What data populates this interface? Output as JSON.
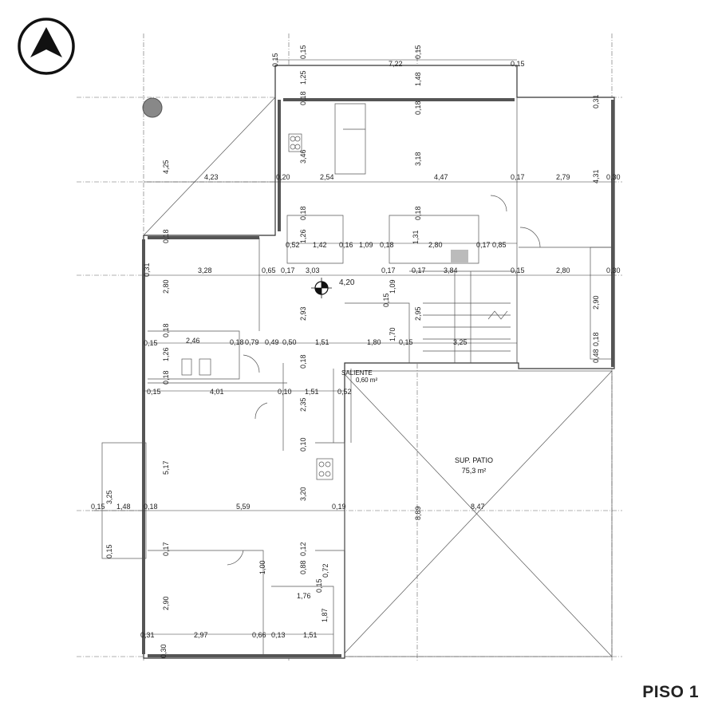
{
  "floor_label": "PISO 1",
  "patio": {
    "title": "SUP. PATIO",
    "area": "75,3 m²"
  },
  "saliente": {
    "title": "SALIENTE",
    "area": "0,60 m²"
  },
  "icons": {
    "north": "north-arrow-icon",
    "reference": "level-marker-icon"
  },
  "dims": {
    "d01": "0,15",
    "d02": "0,15",
    "d03": "7,22",
    "d04": "0,15",
    "d05": "0,15",
    "d06": "1,25",
    "d07": "1,48",
    "d08": "0,18",
    "d09": "0,18",
    "d10": "0,31",
    "d11": "4,25",
    "d12": "4,23",
    "d13": "0,20",
    "d14": "2,54",
    "d15": "3,46",
    "d16": "3,18",
    "d17": "4,47",
    "d18": "0,17",
    "d19": "2,79",
    "d20": "4,31",
    "d21": "0,30",
    "d22": "0,18",
    "d23": "0,18",
    "d24": "0,18",
    "d25": "1,26",
    "d26": "0,52",
    "d27": "1,42",
    "d28": "0,16",
    "d29": "1,09",
    "d30": "0,18",
    "d31": "1,31",
    "d32": "2,80",
    "d33": "0,17",
    "d34": "0,85",
    "d35": "0,31",
    "d36": "3,28",
    "d37": "0,65",
    "d38": "0,17",
    "d39": "3,03",
    "d40": "0,17",
    "d41": "0,17",
    "d42": "3,84",
    "d43": "0,15",
    "d44": "2,80",
    "d45": "0,30",
    "d46": "2,80",
    "d47": "4,20",
    "d48": "1,09",
    "d49": "2,93",
    "d50": "0,15",
    "d51": "2,95",
    "d52": "2,90",
    "d53": "0,18",
    "d54": "0,15",
    "d55": "2,46",
    "d56": "0,18",
    "d57": "0,79",
    "d58": "0,49",
    "d59": "0,50",
    "d60": "1,51",
    "d61": "1,80",
    "d62": "1,70",
    "d63": "0,15",
    "d64": "3,25",
    "d65": "0,48",
    "d66": "0,18",
    "d67": "1,26",
    "d68": "0,18",
    "d69": "0,18",
    "d70": "4,01",
    "d71": "0,10",
    "d72": "1,51",
    "d73": "0,52",
    "d74": "2,35",
    "d75": "0,15",
    "d76": "0,10",
    "d77": "5,17",
    "d78": "3,25",
    "d79": "0,15",
    "d80": "1,48",
    "d81": "0,18",
    "d82": "5,59",
    "d83": "3,20",
    "d84": "0,19",
    "d85": "8,89",
    "d86": "8,47",
    "d87": "0,15",
    "d88": "0,17",
    "d89": "0,12",
    "d90": "1,00",
    "d91": "0,88",
    "d92": "0,72",
    "d93": "0,15",
    "d94": "1,76",
    "d95": "2,90",
    "d96": "1,87",
    "d97": "0,31",
    "d98": "2,97",
    "d99": "0,66",
    "d100": "0,13",
    "d101": "1,51",
    "d102": "0,30"
  }
}
